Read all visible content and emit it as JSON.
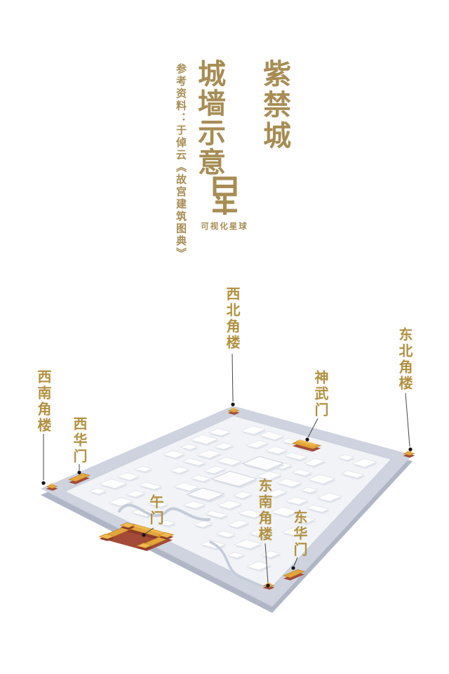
{
  "title": {
    "main": "紫禁城",
    "sub": "城墙示意",
    "reference": "参考资料：于倬云《故宫建筑图典》",
    "brand": "可视化星球"
  },
  "labels": [
    {
      "id": "northwest-corner-tower",
      "text": "西北角楼"
    },
    {
      "id": "northeast-corner-tower",
      "text": "东北角楼"
    },
    {
      "id": "shenwu-gate",
      "text": "神武门"
    },
    {
      "id": "southwest-corner-tower",
      "text": "西南角楼"
    },
    {
      "id": "xihua-gate",
      "text": "西华门"
    },
    {
      "id": "wu-gate",
      "text": "午门"
    },
    {
      "id": "southeast-corner-tower",
      "text": "东南角楼"
    },
    {
      "id": "donghua-gate",
      "text": "东华门"
    }
  ],
  "colors": {
    "title_gold": "#a78d54",
    "label_gold": "#b19140",
    "platform": "#ced3df",
    "platform_side": "#b0b6c5",
    "ground": "#f2f3f7",
    "wall_stroke": "#ccd1dc",
    "block_fill": "#ffffff",
    "block_stroke": "#d8dce4",
    "block_shadow": "#dfe3ea",
    "hall_fill": "#fdfdff",
    "roof_gold": "#e2a53c",
    "roof_gold_light": "#eeb94f",
    "roof_gold_dark": "#c08320",
    "base_red": "#a34a38",
    "base_red_dark": "#8e3a2b",
    "river": "#c5ccd9",
    "leader_line": "#444444",
    "dot": "#141414"
  }
}
